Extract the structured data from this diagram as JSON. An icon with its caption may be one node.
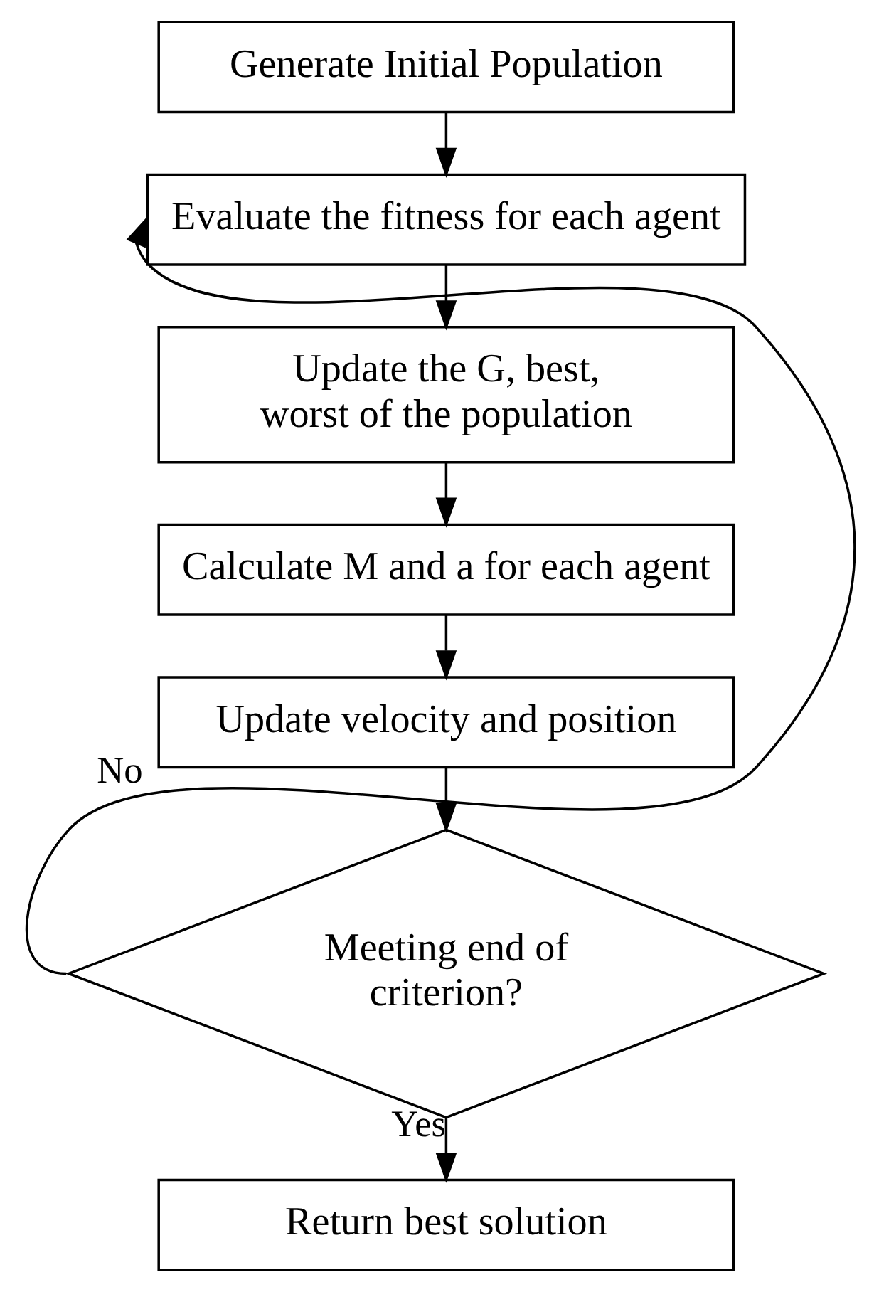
{
  "diagram": {
    "nodes": [
      {
        "text": [
          "Generate Initial Population"
        ]
      },
      {
        "text": [
          "Evaluate the fitness for each agent"
        ]
      },
      {
        "text": [
          "Update the G, best, worst of the population"
        ]
      },
      {
        "text": [
          "Calculate M and a for each agent"
        ]
      },
      {
        "text": [
          "Update velocity and position"
        ]
      },
      {
        "text": [
          "Meeting end of criterion?"
        ]
      },
      {
        "text": [
          "Return best solution"
        ]
      }
    ],
    "edges": [
      {
        "from": 0,
        "to": 1,
        "arrow": "to"
      },
      {
        "from": 1,
        "to": 2,
        "arrow": "to"
      },
      {
        "from": 2,
        "to": 3,
        "arrow": "to"
      },
      {
        "from": 3,
        "to": 4,
        "arrow": "to"
      },
      {
        "from": 4,
        "to": 5,
        "arrow": "to"
      },
      {
        "from": 5,
        "to": 1,
        "arrow": "to",
        "label": "No"
      },
      {
        "from": 5,
        "to": 6,
        "arrow": "to",
        "label": "Yes"
      }
    ]
  }
}
